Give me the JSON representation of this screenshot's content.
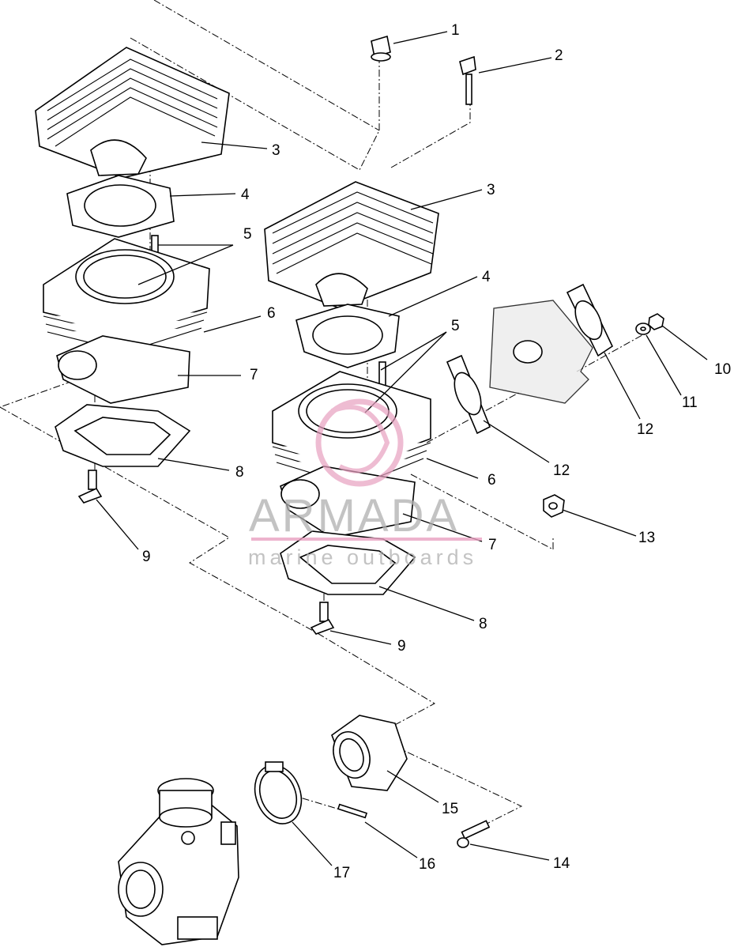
{
  "callouts": [
    {
      "id": "c1",
      "label": "1"
    },
    {
      "id": "c2",
      "label": "2"
    },
    {
      "id": "c3a",
      "label": "3"
    },
    {
      "id": "c3b",
      "label": "3"
    },
    {
      "id": "c4a",
      "label": "4"
    },
    {
      "id": "c4b",
      "label": "4"
    },
    {
      "id": "c5a",
      "label": "5"
    },
    {
      "id": "c5b",
      "label": "5"
    },
    {
      "id": "c6a",
      "label": "6"
    },
    {
      "id": "c6b",
      "label": "6"
    },
    {
      "id": "c7a",
      "label": "7"
    },
    {
      "id": "c7b",
      "label": "7"
    },
    {
      "id": "c8a",
      "label": "8"
    },
    {
      "id": "c8b",
      "label": "8"
    },
    {
      "id": "c9a",
      "label": "9"
    },
    {
      "id": "c9b",
      "label": "9"
    },
    {
      "id": "c10",
      "label": "10"
    },
    {
      "id": "c11",
      "label": "11"
    },
    {
      "id": "c12a",
      "label": "12"
    },
    {
      "id": "c12b",
      "label": "12"
    },
    {
      "id": "c13",
      "label": "13"
    },
    {
      "id": "c14",
      "label": "14"
    },
    {
      "id": "c15",
      "label": "15"
    },
    {
      "id": "c16",
      "label": "16"
    },
    {
      "id": "c17",
      "label": "17"
    }
  ],
  "watermark": {
    "brand": "ARMADA",
    "tagline": "marine outboards",
    "color": "#e8a0c0"
  }
}
